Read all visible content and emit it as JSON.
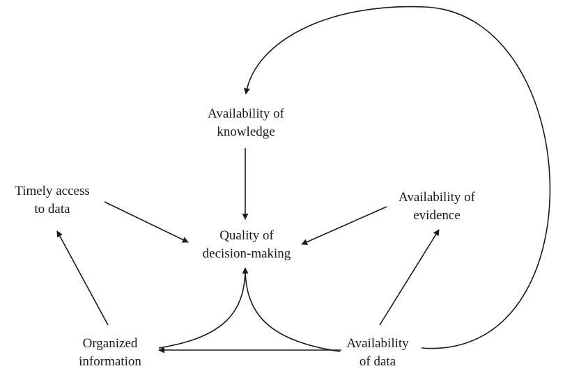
{
  "nodes": {
    "knowledge": {
      "line1": "Availability of",
      "line2": "knowledge"
    },
    "timely": {
      "line1": "Timely access",
      "line2": "to data"
    },
    "evidence": {
      "line1": "Availability of",
      "line2": "evidence"
    },
    "quality": {
      "line1": "Quality of",
      "line2": "decision-making"
    },
    "organized": {
      "line1": "Organized",
      "line2": "information"
    },
    "data": {
      "line1": "Availability",
      "line2": "of data"
    }
  },
  "edges": [
    {
      "from": "data",
      "to": "knowledge",
      "style": "curved"
    },
    {
      "from": "knowledge",
      "to": "quality",
      "style": "straight"
    },
    {
      "from": "timely",
      "to": "quality",
      "style": "straight"
    },
    {
      "from": "evidence",
      "to": "quality",
      "style": "straight"
    },
    {
      "from": "organized",
      "to": "timely",
      "style": "straight"
    },
    {
      "from": "data",
      "to": "evidence",
      "style": "straight"
    },
    {
      "from": "data",
      "to": "organized",
      "style": "straight"
    },
    {
      "from": "organized",
      "to": "quality",
      "style": "curved"
    },
    {
      "from": "data",
      "to": "quality",
      "style": "curved"
    }
  ],
  "colors": {
    "ink": "#1a1a1a",
    "background": "#ffffff"
  }
}
